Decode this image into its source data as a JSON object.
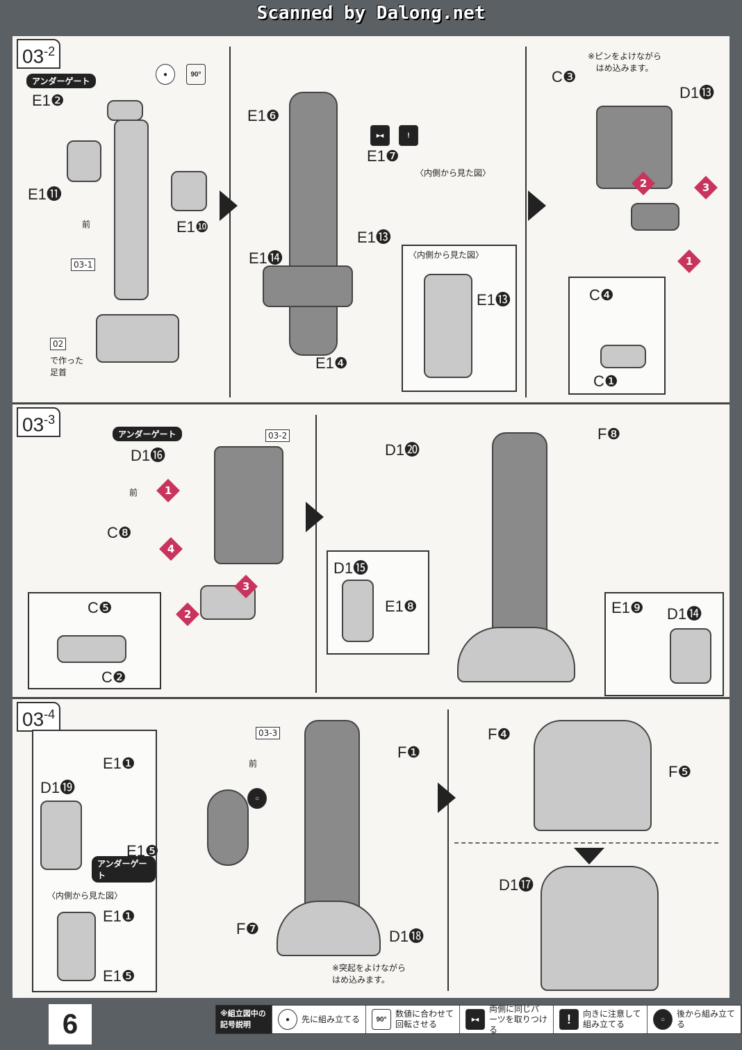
{
  "watermark": "Scanned by Dalong.net",
  "page_number": "6",
  "sections": [
    {
      "step": "03",
      "sub": "2",
      "labels": {
        "under_gate": "アンダーゲート",
        "e1_2": "E1❷",
        "e1_11": "E1⓫",
        "e1_10": "E1❿",
        "front": "前",
        "ref_031": "03-1",
        "ref_02": "02",
        "made_ankle": "で作った\n足首",
        "e1_6": "E1❻",
        "e1_7": "E1❼",
        "inside_view": "〈内側から見た図〉",
        "e1_14": "E1⓮",
        "e1_13": "E1⓭",
        "inside_view2": "〈内側から見た図〉",
        "e1_13b": "E1⓭",
        "e1_4": "E1❹",
        "note_pin": "※ピンをよけながら\nはめ込みます。",
        "c3": "C❸",
        "d1_13": "D1⓭",
        "c4": "C❹",
        "c1": "C❶",
        "n1": "1",
        "n2": "2",
        "n3": "3"
      }
    },
    {
      "step": "03",
      "sub": "3",
      "labels": {
        "under_gate": "アンダーゲート",
        "ref": "03-2",
        "d1_16": "D1⓰",
        "front": "前",
        "c8": "C❽",
        "c5": "C❺",
        "c2": "C❷",
        "d1_20": "D1⓴",
        "f8": "F❽",
        "d1_15": "D1⓯",
        "e1_8": "E1❽",
        "e1_9": "E1❾",
        "d1_14": "D1⓮",
        "n1": "1",
        "n2": "2",
        "n3": "3",
        "n4": "4"
      }
    },
    {
      "step": "03",
      "sub": "4",
      "labels": {
        "e1_1": "E1❶",
        "d1_19": "D1⓳",
        "e1_5": "E1❺",
        "under_gate": "アンダーゲート",
        "inside_view": "〈内側から見た図〉",
        "e1_1b": "E1❶",
        "e1_5b": "E1❺",
        "ref": "03-3",
        "front": "前",
        "f1": "F❶",
        "f7": "F❼",
        "d1_18": "D1⓲",
        "note_bump": "※突起をよけながら\nはめ込みます。",
        "f4": "F❹",
        "f5": "F❺",
        "d1_17": "D1⓱"
      }
    }
  ],
  "legend": {
    "title": "※組立図中の記号説明",
    "items": [
      {
        "icon": "assemble-first-icon",
        "text": "先に組み立てる"
      },
      {
        "icon": "rotate-90-icon",
        "icon_text": "90°",
        "text": "数値に合わせて回転させる"
      },
      {
        "icon": "both-sides-icon",
        "text": "両側に同じパーツを取りつける"
      },
      {
        "icon": "caution-direction-icon",
        "icon_text": "!",
        "text": "向きに注意して組み立てる"
      },
      {
        "icon": "assemble-later-icon",
        "text": "後から組み立てる"
      }
    ]
  },
  "colors": {
    "accent": "#c8345c",
    "background": "#5b6064"
  }
}
